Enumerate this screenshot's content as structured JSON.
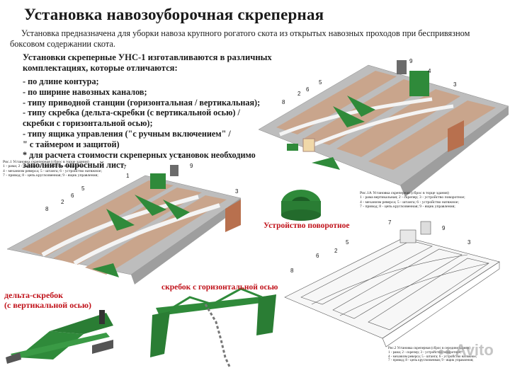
{
  "title": "Установка навозоуборочная скреперная",
  "intro": "Установка предназначена для уборки навоза крупного рогатого скота из открытых навозных проходов при беспривязном боксовом содержании скота.",
  "headline": "Установки скреперные УНС-1 изготавливаются в различных комплектациях, которые отличаются:",
  "bullets": [
    "- по длине контура;",
    "- по ширине навозных каналов;",
    "- типу приводной станции (горизонтальная / вертикальная);",
    "- типу скребка (дельта-скребки (с вертикальной осью) /",
    "  скребки с горизонтальной осью);",
    "- типу ящика управления (\"с ручным включением\" /",
    "  \" с таймером и защитой)",
    "  * для расчета стоимости скреперных установок необходимо",
    "  заполнить опросный лист"
  ],
  "fig1": {
    "caption": "Рис.1 Установка скреперная (сброс в торце здания)",
    "legend": [
      "1 - рама; 2 - скрепер; 3 - устройство поворотное;",
      "4 - механизм реверса; 5 - штанга; 6 - устройство натяжное;",
      "7 - привод; 8 - цепь круглозвенная; 9 - ящик управления;"
    ]
  },
  "fig1a": {
    "caption": "Рис.1А Установка скреперная (сброс в торце здания)",
    "legend": [
      "1 - рама вертикальная; 2 - скрепер; 3 - устройство поворотное;",
      "4 - механизм реверса; 5 - штанга; 6 - устройство натяжное;",
      "7 - привод; 8 - цепь круглозвенная; 9 - ящик управления;"
    ]
  },
  "fig2": {
    "caption": "Рис.2 Установка скреперная (сброс в середине здания)",
    "legend": [
      "1 - рама; 2 - скрепер; 3 - устройство поворотное;",
      "4 - механизм реверса; 5 - штанга; 6 - устройство натяжное;",
      "7 - привод; 8 - цепь круглозвенная; 9 - ящик управления;"
    ]
  },
  "labels": {
    "rotary": "Устройство поворотное",
    "delta": "дельта-скребок",
    "delta2": "(с вертикальной осью)",
    "horizontal": "скребок с горизонтальной осью"
  },
  "watermark": "Avito",
  "numbers": [
    "1",
    "2",
    "3",
    "4",
    "5",
    "6",
    "7",
    "8",
    "9"
  ],
  "colors": {
    "green": "#2f8a3a",
    "floor": "#c9a58c",
    "slab": "#b9b9b9",
    "red": "#c0121a"
  }
}
